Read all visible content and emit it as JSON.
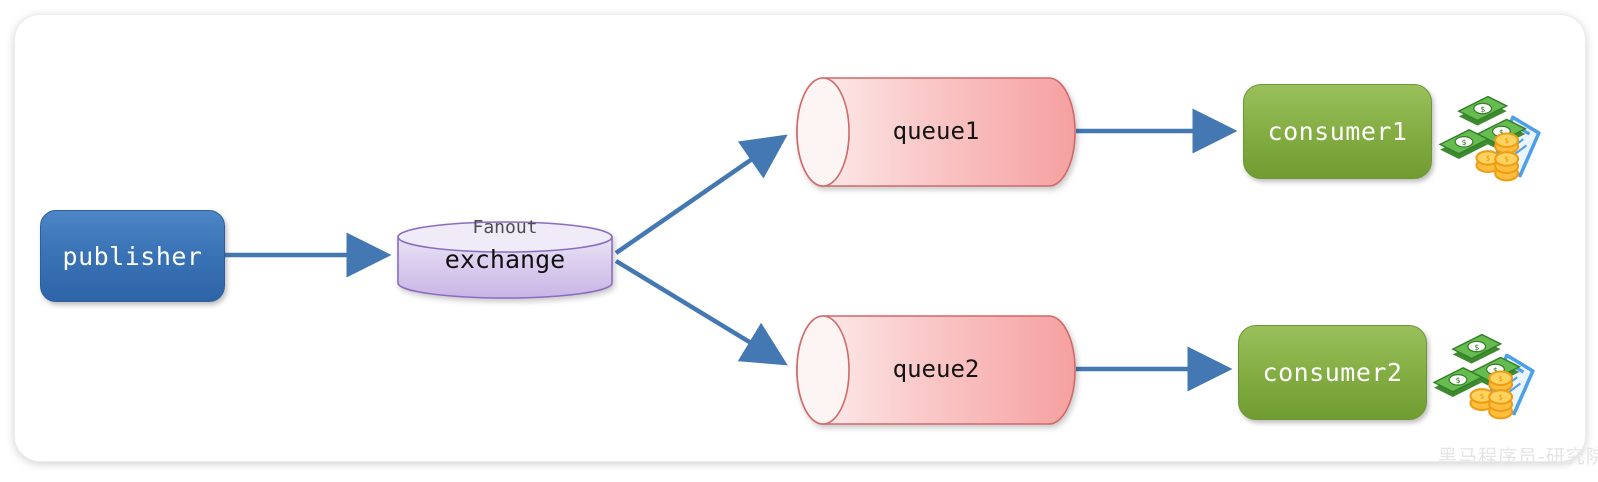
{
  "diagram": {
    "publisher": {
      "label": "publisher"
    },
    "exchange": {
      "badge": "Fanout",
      "label": "exchange"
    },
    "queues": [
      {
        "label": "queue1"
      },
      {
        "label": "queue2"
      }
    ],
    "consumers": [
      {
        "label": "consumer1"
      },
      {
        "label": "consumer2"
      }
    ],
    "watermark": "黑马程序员-研究院",
    "icons": {
      "money": "money-icon",
      "dollar": "$"
    },
    "colors": {
      "arrow": "#4478B2",
      "publisher_blue": "#3A74B6",
      "consumer_green": "#84AE44",
      "queue_pink_light": "#FDEFEF",
      "queue_pink_dark": "#F6A3A3",
      "queue_border": "#D06A6A",
      "exchange_purple_light": "#EFEAF9",
      "exchange_purple_dark": "#C9B5E6",
      "exchange_border": "#8B6EC0"
    }
  }
}
